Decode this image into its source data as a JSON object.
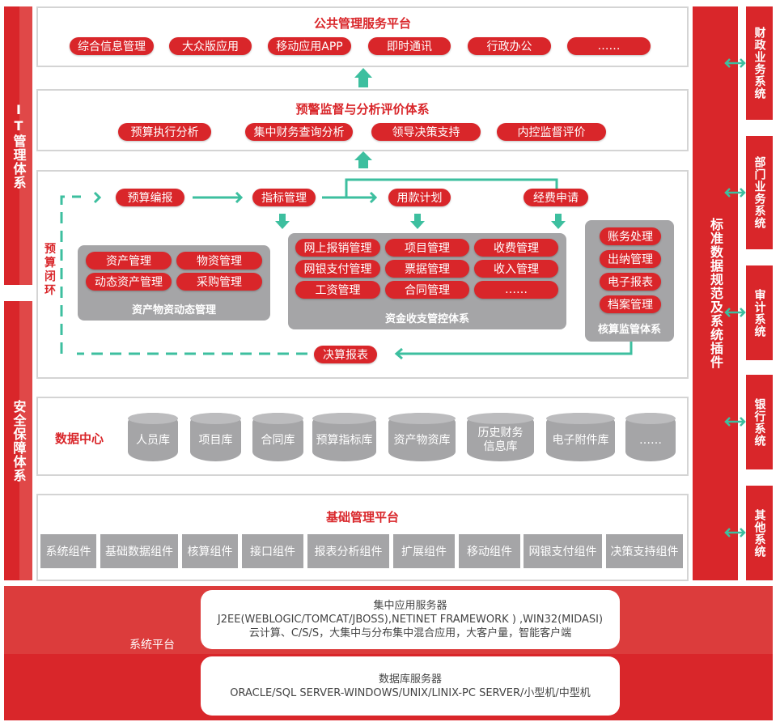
{
  "left": {
    "it": "IT管理体系",
    "security": "安全保障体系"
  },
  "right_bar": "标准数据规范及系统插件",
  "right_systems": [
    "财政业务系统",
    "部门业务系统",
    "审计系统",
    "银行系统",
    "其他系统"
  ],
  "public_platform": {
    "title": "公共管理服务平台",
    "items": [
      "综合信息管理",
      "大众版应用",
      "移动应用APP",
      "即时通讯",
      "行政办公",
      "……"
    ]
  },
  "warning": {
    "title": "预警监督与分析评价体系",
    "items": [
      "预算执行分析",
      "集中财务查询分析",
      "领导决策支持",
      "内控监督评价"
    ]
  },
  "flow": {
    "loop_label": "预算闭环",
    "steps": [
      "预算编报",
      "指标管理",
      "用款计划",
      "经费申请"
    ],
    "final": "决算报表",
    "asset": {
      "title": "资产物资动态管理",
      "items": [
        "资产管理",
        "物资管理",
        "动态资产管理",
        "采购管理"
      ]
    },
    "funds": {
      "title": "资金收支管控体系",
      "items": [
        "网上报销管理",
        "项目管理",
        "收费管理",
        "网银支付管理",
        "票据管理",
        "收入管理",
        "工资管理",
        "合同管理",
        "……"
      ]
    },
    "accounting": {
      "title": "核算监管体系",
      "items": [
        "账务处理",
        "出纳管理",
        "电子报表",
        "档案管理"
      ]
    }
  },
  "data_center": {
    "title": "数据中心",
    "items": [
      "人员库",
      "项目库",
      "合同库",
      "预算指标库",
      "资产物资库",
      "历史财务信息库",
      "电子附件库",
      "……"
    ]
  },
  "base": {
    "title": "基础管理平台",
    "items": [
      "系统组件",
      "基础数据组件",
      "核算组件",
      "接口组件",
      "报表分析组件",
      "扩展组件",
      "移动组件",
      "网银支付组件",
      "决策支持组件"
    ]
  },
  "system_platform": {
    "label": "系统平台",
    "app_server": [
      "集中应用服务器",
      "J2EE(WEBLOGIC/TOMCAT/JBOSS),NETINET FRAMEWORK ) ,WIN32(MIDASI)",
      "云计算、C/S/S，大集中与分布集中混合应用，大客户量，智能客户端"
    ],
    "db_server": [
      "数据库服务器",
      "ORACLE/SQL SERVER-WINDOWS/UNIX/LINIX-PC SERVER/小型机/中型机"
    ]
  },
  "colors": {
    "red": "#d9262a",
    "gray": "#a5a5a7",
    "teal": "#3dbf9f"
  }
}
